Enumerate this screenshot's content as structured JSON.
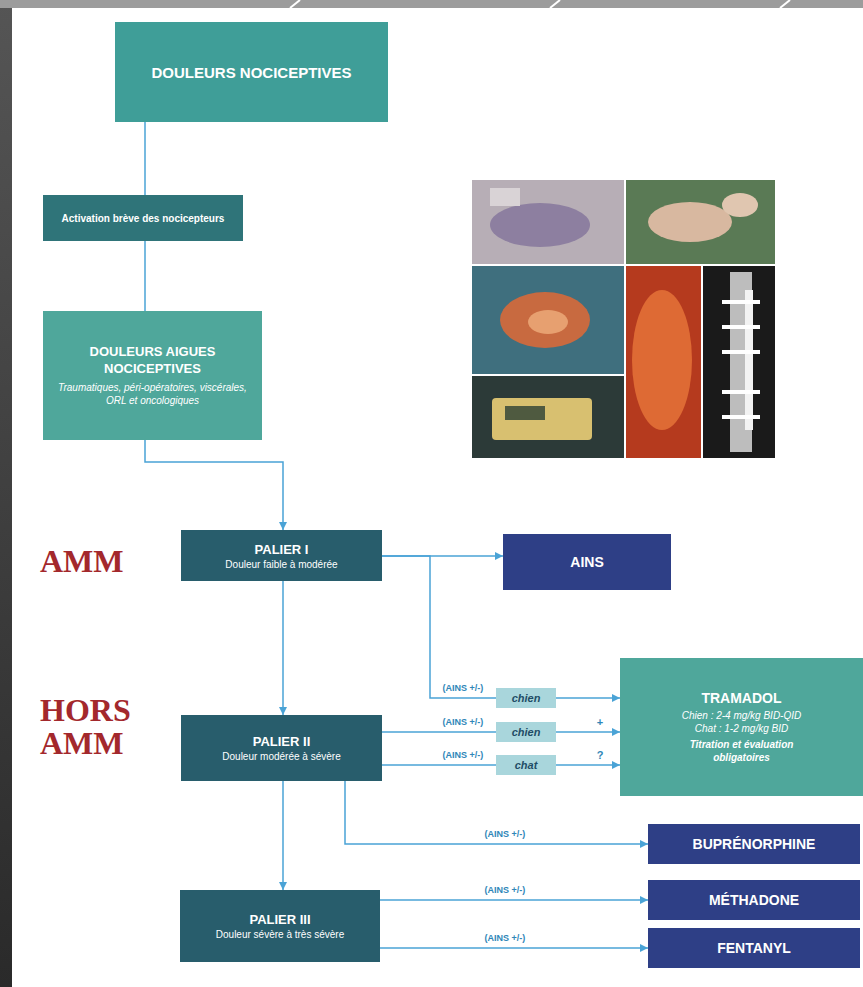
{
  "diagram": {
    "nodes": [
      {
        "text": [
          "DOULEURS NOCICEPTIVES"
        ]
      },
      {
        "text": [
          "Activation brève des nocicepteurs"
        ]
      },
      {
        "text": [
          "DOULEURS AIGUES NOCICEPTIVES",
          "Traumatiques, péri-opératoires, viscérales, ORL et oncologiques"
        ]
      },
      {
        "text": [
          "PALIER I",
          "Douleur faible à modérée"
        ]
      },
      {
        "text": [
          "AINS"
        ]
      },
      {
        "text": [
          "PALIER II",
          "Douleur modérée à sévère"
        ]
      },
      {
        "text": [
          "chien"
        ]
      },
      {
        "text": [
          "chien"
        ]
      },
      {
        "text": [
          "chat"
        ]
      },
      {
        "text": [
          "TRAMADOL",
          "Chien : 2-4 mg/kg BID-QID",
          "Chat : 1-2 mg/kg BID",
          "Titration et évaluation obligatoires"
        ]
      },
      {
        "text": [
          "BUPRÉNORPHINE"
        ]
      },
      {
        "text": [
          "PALIER III",
          "Douleur sévère à très sévère"
        ]
      },
      {
        "text": [
          "MÉTHADONE"
        ]
      },
      {
        "text": [
          "FENTANYL"
        ]
      }
    ],
    "edges": [
      {
        "from": 0,
        "to": 1,
        "arrow": "none"
      },
      {
        "from": 1,
        "to": 2,
        "arrow": "none"
      },
      {
        "from": 2,
        "to": 3,
        "arrow": "to"
      },
      {
        "from": 3,
        "to": 4,
        "arrow": "to"
      },
      {
        "from": 3,
        "to": 6,
        "label": "(AINS +/-)",
        "arrow": "none"
      },
      {
        "from": 6,
        "to": 9,
        "arrow": "to"
      },
      {
        "from": 3,
        "to": 5,
        "arrow": "to"
      },
      {
        "from": 5,
        "to": 7,
        "label": "(AINS +/-)",
        "arrow": "none"
      },
      {
        "from": 7,
        "to": 9,
        "label": "+",
        "arrow": "to"
      },
      {
        "from": 5,
        "to": 8,
        "label": "(AINS +/-)",
        "arrow": "none"
      },
      {
        "from": 8,
        "to": 9,
        "label": "?",
        "arrow": "to"
      },
      {
        "from": 5,
        "to": 10,
        "label": "(AINS +/-)",
        "arrow": "to"
      },
      {
        "from": 5,
        "to": 11,
        "arrow": "to"
      },
      {
        "from": 11,
        "to": 12,
        "label": "(AINS +/-)",
        "arrow": "to"
      },
      {
        "from": 11,
        "to": 13,
        "label": "(AINS +/-)",
        "arrow": "to"
      }
    ],
    "labels": [
      "AMM",
      "HORS AMM"
    ]
  }
}
